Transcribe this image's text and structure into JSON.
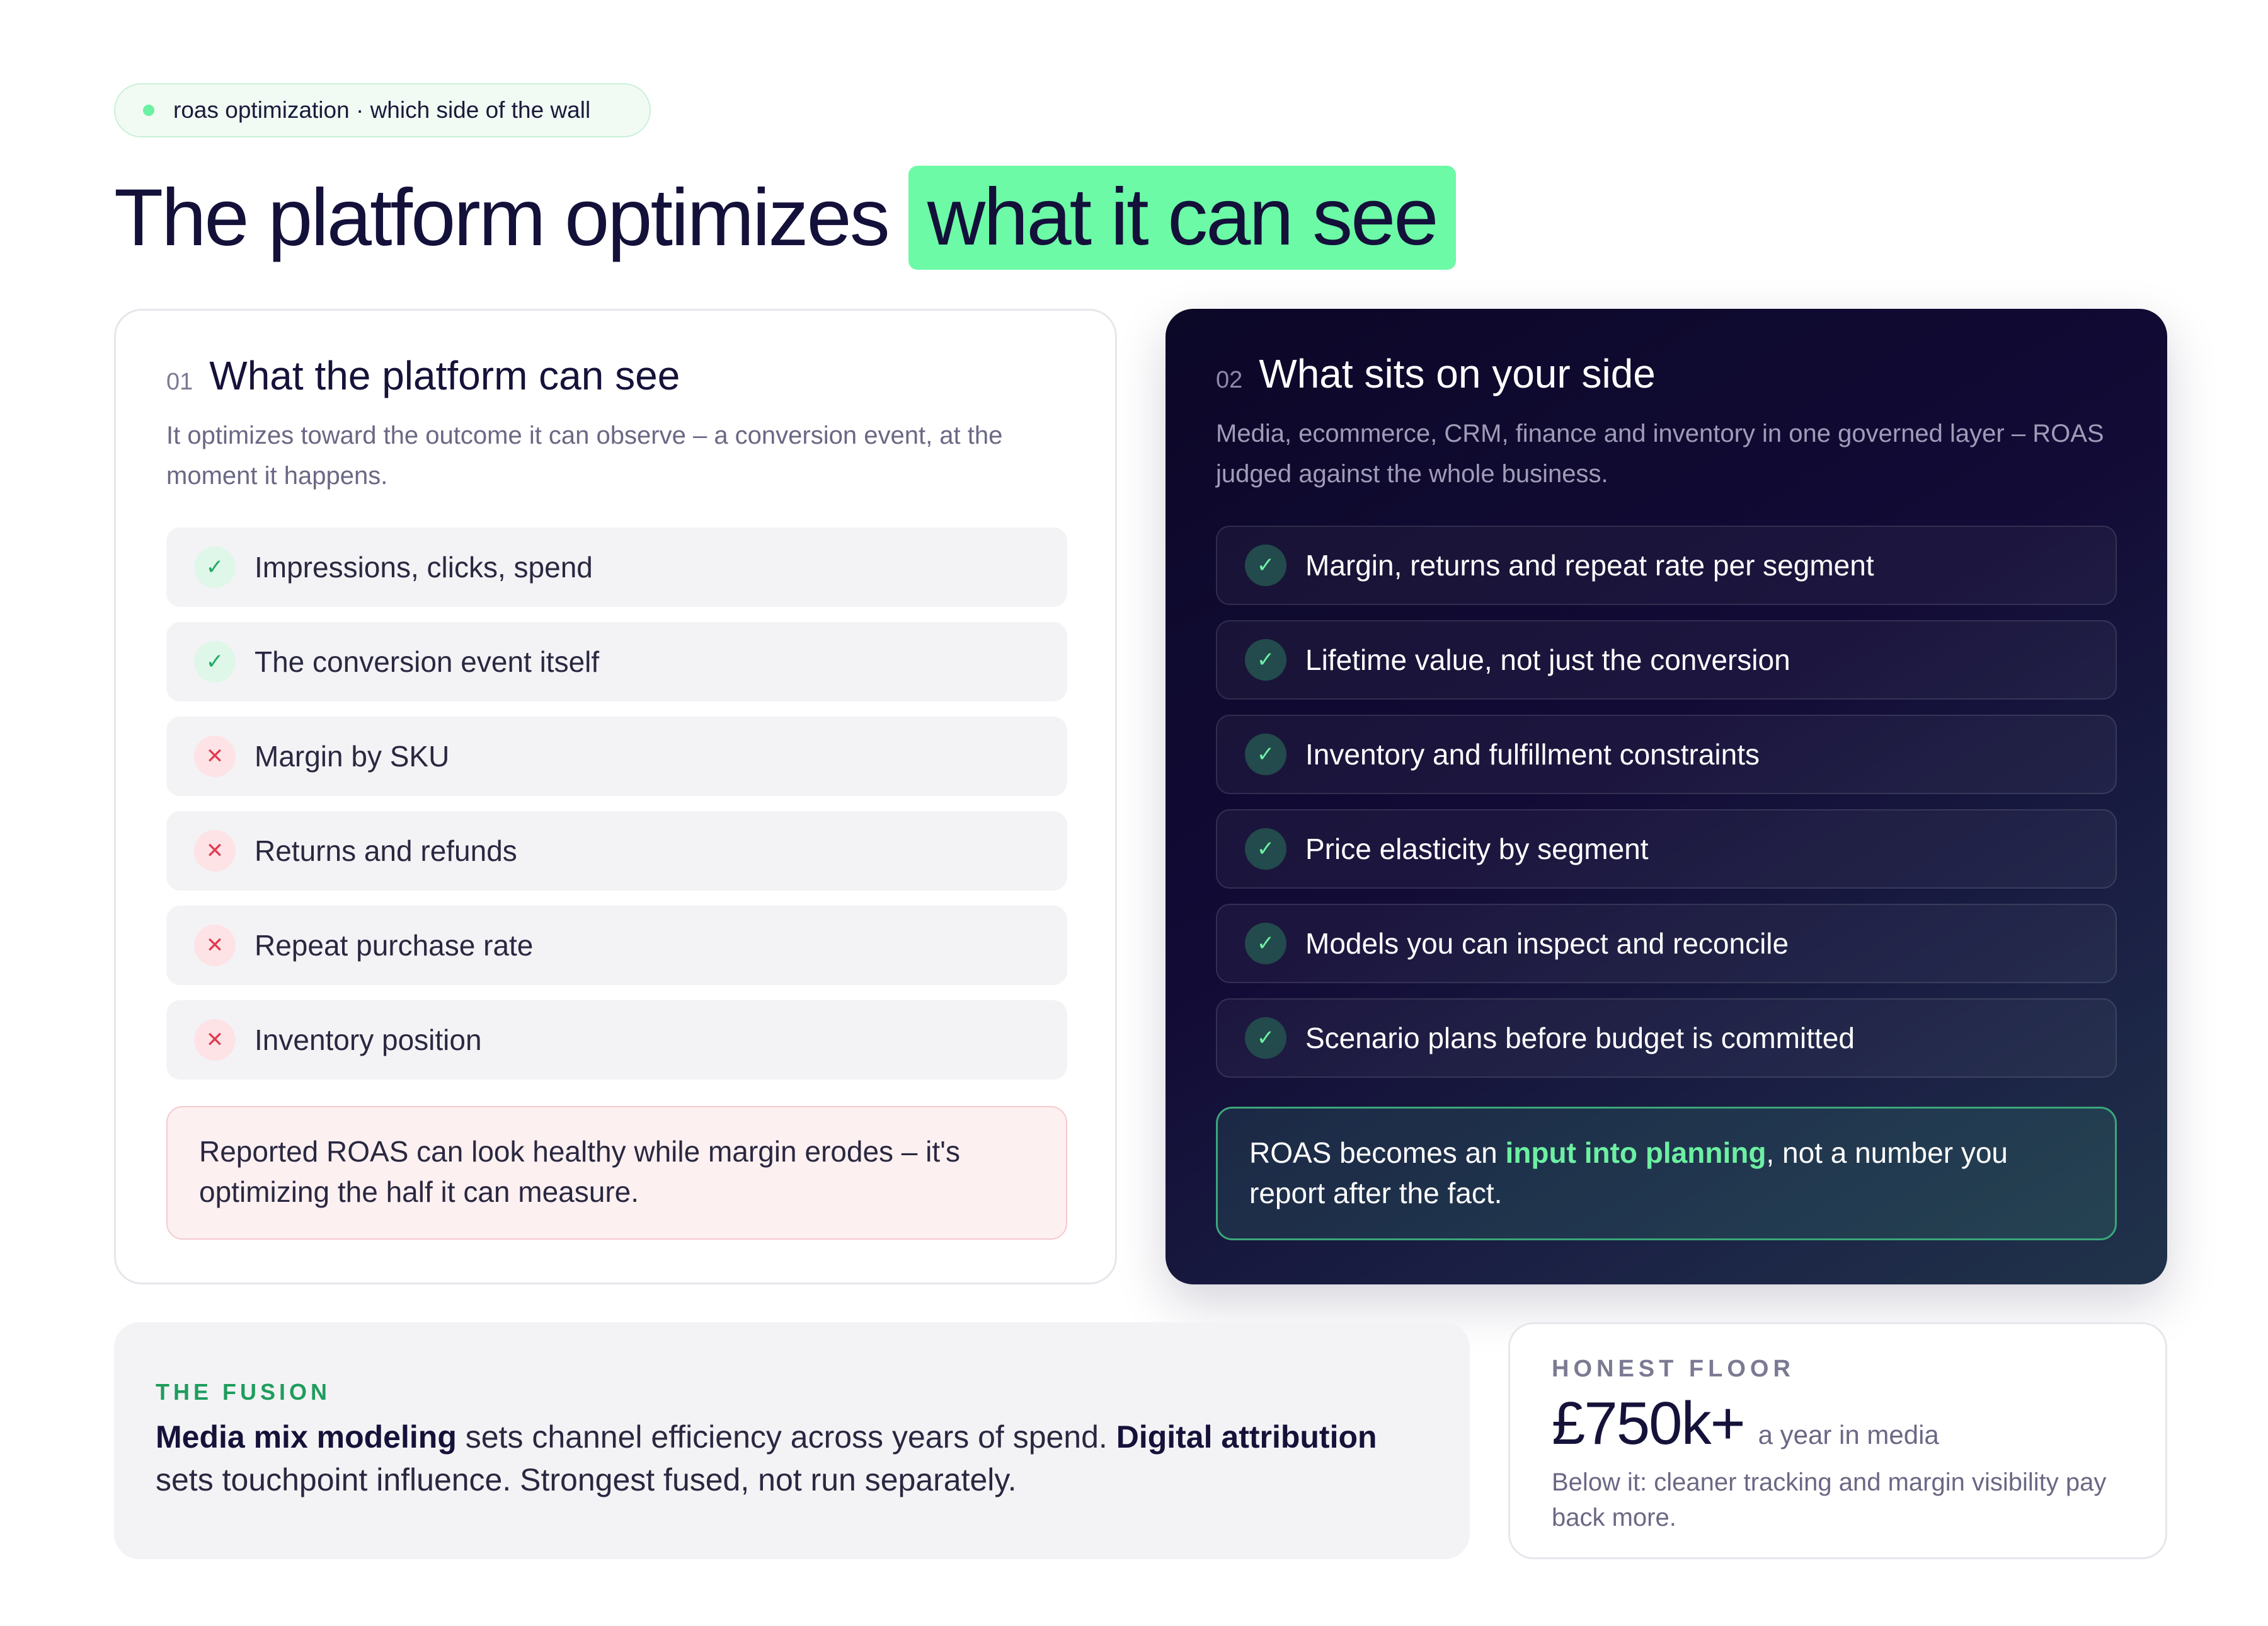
{
  "eyebrow": {
    "label": "roas optimization · which side of the wall"
  },
  "headline": {
    "lead": "The platform optimizes",
    "highlight": "what it can see"
  },
  "left_card": {
    "number": "01",
    "title": "What the platform can see",
    "subtitle": "It optimizes toward the outcome it can observe – a conversion event, at the moment it happens.",
    "items": [
      {
        "label": "Impressions, clicks, spend",
        "icon": "check-icon"
      },
      {
        "label": "The conversion event itself",
        "icon": "check-icon"
      },
      {
        "label": "Margin by SKU",
        "icon": "cross-icon"
      },
      {
        "label": "Returns and refunds",
        "icon": "cross-icon"
      },
      {
        "label": "Repeat purchase rate",
        "icon": "cross-icon"
      },
      {
        "label": "Inventory position",
        "icon": "cross-icon"
      }
    ],
    "note": "Reported ROAS can look healthy while margin erodes – it's optimizing the half it can measure."
  },
  "right_card": {
    "number": "02",
    "title": "What sits on your side",
    "subtitle": "Media, ecommerce, CRM, finance and inventory in one governed layer – ROAS judged against the whole business.",
    "items": [
      {
        "label": "Margin, returns and repeat rate per segment",
        "icon": "check-icon"
      },
      {
        "label": "Lifetime value, not just the conversion",
        "icon": "check-icon"
      },
      {
        "label": "Inventory and fulfillment constraints",
        "icon": "check-icon"
      },
      {
        "label": "Price elasticity by segment",
        "icon": "check-icon"
      },
      {
        "label": "Models you can inspect and reconcile",
        "icon": "check-icon"
      },
      {
        "label": "Scenario plans before budget is committed",
        "icon": "check-icon"
      }
    ],
    "note_pre": "ROAS becomes an ",
    "note_em": "input into planning",
    "note_post": ", not a number you report after the fact."
  },
  "fusion": {
    "kicker": "THE FUSION",
    "b1": "Media mix modeling",
    "t1": " sets channel efficiency across years of spend. ",
    "b2": "Digital attribution",
    "t2": " sets touchpoint influence. Strongest fused, not run separately."
  },
  "floor": {
    "kicker": "HONEST FLOOR",
    "value": "£750k+",
    "unit": "a year in media",
    "desc": "Below it: cleaner tracking and margin visibility pay back more."
  },
  "colors": {
    "accent": "#6cfaa6",
    "ok": "#22a866",
    "no": "#e23b50",
    "dark": "#0c0828"
  }
}
